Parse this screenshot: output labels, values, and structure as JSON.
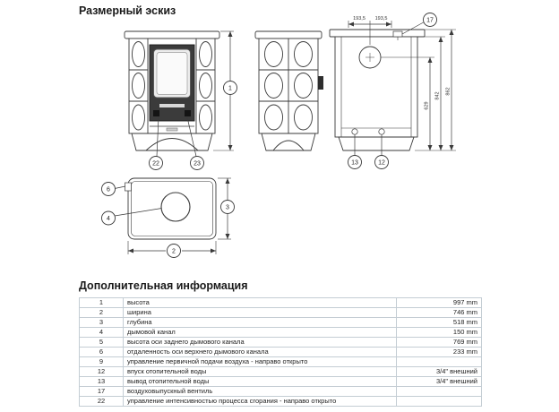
{
  "page": {
    "title": "Размерный эскиз",
    "info_heading": "Дополнительная информация"
  },
  "drawing": {
    "callouts": {
      "c1": "1",
      "c2": "2",
      "c3": "3",
      "c4": "4",
      "c6": "6",
      "c12": "12",
      "c13": "13",
      "c17": "17",
      "c22": "22",
      "c23": "23"
    },
    "dims": {
      "flue_offset_left": "193,5",
      "flue_offset_right": "193,5",
      "flue_axis_height": "629",
      "body_height": "842",
      "total_height": "862"
    }
  },
  "table": {
    "rows": [
      {
        "num": "1",
        "desc": "высота",
        "value": "997 mm"
      },
      {
        "num": "2",
        "desc": "ширина",
        "value": "746 mm"
      },
      {
        "num": "3",
        "desc": "глубина",
        "value": "518 mm"
      },
      {
        "num": "4",
        "desc": "дымовой канал",
        "value": "150 mm"
      },
      {
        "num": "5",
        "desc": "высота оси заднего дымового канала",
        "value": "769 mm"
      },
      {
        "num": "6",
        "desc": "отдаленность оси верхнего дымового канала",
        "value": "233 mm"
      },
      {
        "num": "9",
        "desc": "управление первичной подачи воздуха - направо открыто",
        "value": ""
      },
      {
        "num": "12",
        "desc": "впуск отопительной воды",
        "value": "3/4\" внешний"
      },
      {
        "num": "13",
        "desc": "вывод отопительной воды",
        "value": "3/4\" внешний"
      },
      {
        "num": "17",
        "desc": "воздуховыпускный вентиль",
        "value": ""
      },
      {
        "num": "22",
        "desc": "управление интенсивностью процесса сгорания - направо открыто",
        "value": ""
      }
    ]
  }
}
